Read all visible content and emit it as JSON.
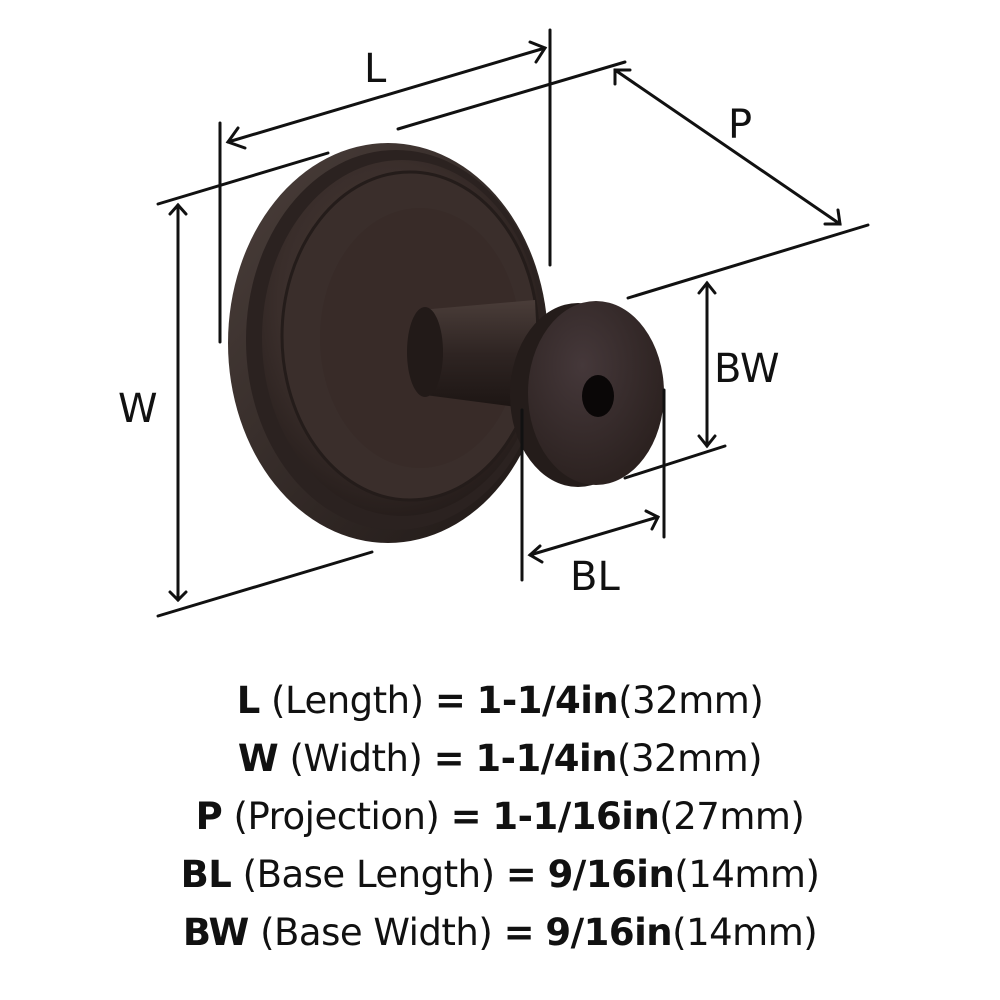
{
  "diagram": {
    "subject": "round robe hook with stepped backplate and flat disc end cap",
    "finish_color": "#3a2e2b",
    "line_color": "#111111",
    "labels": {
      "L": "L",
      "W": "W",
      "P": "P",
      "BL": "BL",
      "BW": "BW"
    }
  },
  "specs": [
    {
      "code": "L",
      "name": "(Length)",
      "eq": "=",
      "imperial": "1-1/4in",
      "metric": "(32mm)"
    },
    {
      "code": "W",
      "name": "(Width)",
      "eq": "=",
      "imperial": "1-1/4in",
      "metric": "(32mm)"
    },
    {
      "code": "P",
      "name": "(Projection)",
      "eq": "=",
      "imperial": "1-1/16in",
      "metric": "(27mm)"
    },
    {
      "code": "BL",
      "name": "(Base Length)",
      "eq": "=",
      "imperial": "9/16in",
      "metric": "(14mm)"
    },
    {
      "code": "BW",
      "name": "(Base Width)",
      "eq": "=",
      "imperial": "9/16in",
      "metric": "(14mm)"
    }
  ]
}
